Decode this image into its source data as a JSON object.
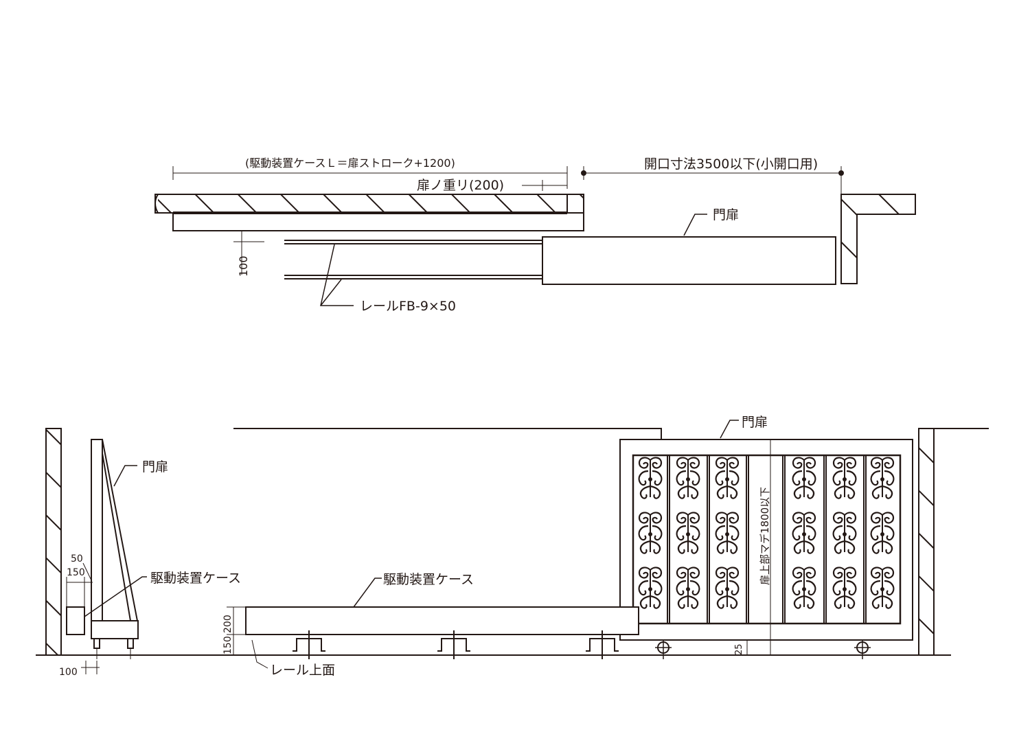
{
  "colors": {
    "ink": "#231815",
    "background": "#ffffff"
  },
  "plan": {
    "case_length": "(駆動装置ケースＬ＝扉ストローク+1200)",
    "overlap": "扉ノ重リ(200)",
    "opening": "開口寸法3500以下(小開口用)",
    "gate_label": "門扉",
    "rail_offset": "100",
    "rail_label": "レールFB-9×50"
  },
  "side_view": {
    "gate_label": "門扉",
    "case_label": "駆動装置ケース",
    "dim_50": "50",
    "dim_150": "150",
    "dim_100": "100"
  },
  "front_view": {
    "gate_label": "門扉",
    "case_label": "駆動装置ケース",
    "dim_200": "200",
    "dim_150": "150",
    "rail_top": "レール上面",
    "height_limit": "扉上部マデ1800以下",
    "dim_25": "25"
  }
}
